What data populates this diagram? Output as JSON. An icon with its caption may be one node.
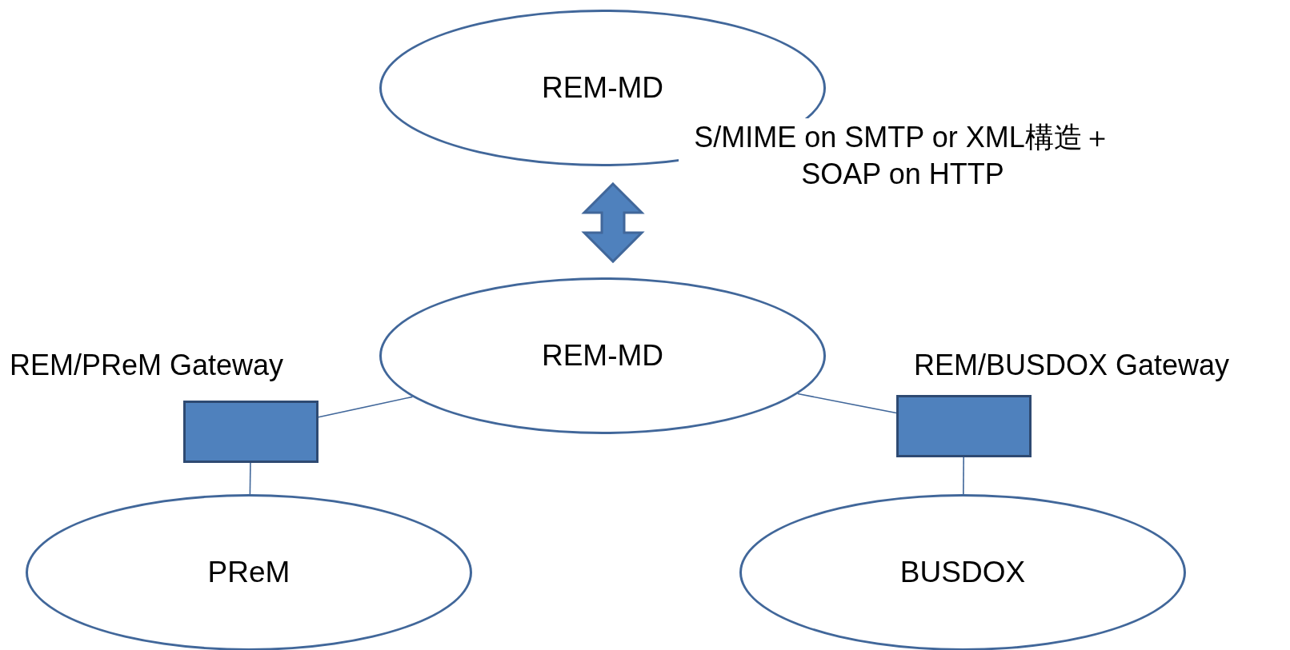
{
  "diagram": {
    "nodes": [
      {
        "text": [
          "REM-MD"
        ]
      },
      {
        "text": [
          "REM-MD"
        ]
      },
      {
        "text": [
          "REM/PReM Gateway"
        ]
      },
      {
        "text": [
          "REM/BUSDOX Gateway"
        ]
      },
      {
        "text": [
          "PReM"
        ]
      },
      {
        "text": [
          "BUSDOX"
        ]
      }
    ],
    "edges": [
      {
        "from": 0,
        "to": 1,
        "arrow": "both",
        "style": "thick",
        "label": "S/MIME on SMTP or XML構造＋SOAP on HTTP"
      },
      {
        "from": 1,
        "to": 2,
        "arrow": "none"
      },
      {
        "from": 2,
        "to": 4,
        "arrow": "none"
      },
      {
        "from": 1,
        "to": 3,
        "arrow": "none"
      },
      {
        "from": 3,
        "to": 5,
        "arrow": "none"
      }
    ]
  }
}
